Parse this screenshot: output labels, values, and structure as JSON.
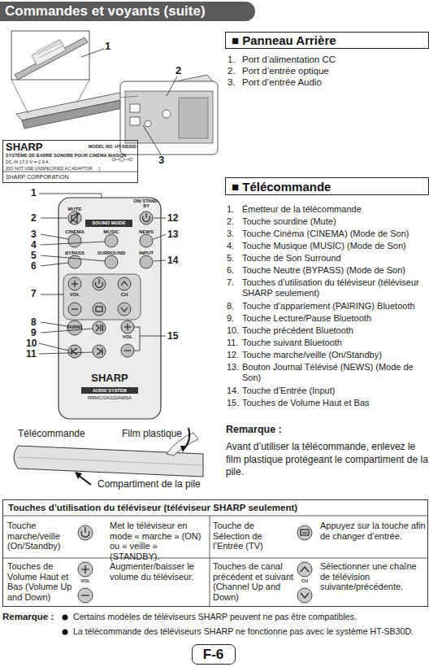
{
  "diagram": {
    "title": "Commandes et voyants (suite)",
    "nodes": [
      {
        "text": [
          "■ Panneau Arrière"
        ]
      },
      {
        "text": [
          "SHARP",
          "MODEL NO. HT-SB30D",
          "SYSTÈME DE BARRE SONORE POUR CINÉMA MAISON",
          "DC IN 17,0 V ═ 2,9 A",
          "[DO NOT USE UNSPECIFIED AC ADAPTOR · · ]",
          "SHARP CORPORATION"
        ]
      },
      {
        "text": [
          "■ Télécommande"
        ]
      },
      {
        "text": [
          "Touches d’utilisation du téléviseur (téléviseur SHARP seulement)"
        ]
      },
      {
        "text": [
          "F-6"
        ]
      }
    ],
    "labels": [
      "1",
      "2",
      "3",
      "1.",
      "Port d’alimentation CC",
      "2.",
      "Port d’entrée optique",
      "3.",
      "Port d’entrée Audio",
      "1.",
      "Émetteur de la télécommande",
      "2.",
      "Touche sourdine (Mute)",
      "3.",
      "Touche Cinéma (CINEMA) (Mode de Son)",
      "4.",
      "Touche Musique (MUSIC) (Mode de Son)",
      "5.",
      "Touche de Son Surround",
      "6.",
      "Touche Neutre (BYPASS) (Mode de Son)",
      "7.",
      "Touches d’utilisation du téléviseur (téléviseur SHARP seulement)",
      "8.",
      "Touche d’appariement (PAIRING) Bluetooth",
      "9.",
      "Touche Lecture/Pause Bluetooth",
      "10.",
      "Touche précédent Bluetooth",
      "11.",
      "Touche suivant Bluetooth",
      "12.",
      "Touche marche/veille (On/Standby)",
      "13.",
      "Bouton Journal Télévisé (NEWS) (Mode de Son)",
      "14.",
      "Touche d’Entrée (Input)",
      "15.",
      "Touches de Volume Haut et Bas",
      "1",
      "2",
      "3",
      "4",
      "5",
      "6",
      "7",
      "8",
      "9",
      "10",
      "11",
      "12",
      "13",
      "14",
      "15",
      "MUTE",
      "ON/ STAND-BY",
      "SOUND MODE",
      "CINEMA",
      "MUSIC",
      "NEWS",
      "BYPASS",
      "SURROUND",
      "INPUT",
      "VOL",
      "CH",
      "PAIRING",
      "VOL",
      "SHARP",
      "AUDIO SYSTEM",
      "RRMCGA322AWSA",
      "Télécommande",
      "Film plastique",
      "Compartiment de la pile",
      "Remarque :",
      "Avant d’utiliser la télécommande, enlevez le film plastique protégeant le compartiment de la pile.",
      "Touche marche/veille (On/Standby)",
      "Met le téléviseur en mode « marche » (ON) ou « veille » (STANDBY).",
      "Touche de Sélection de l’Entrée (TV)",
      "Appuyez sur la touche afin de changer d’entrée.",
      "Touches de Volume Haut et Bas (Volume Up and Down)",
      "VOL",
      "Augmenter/baisser le volume du téléviseur.",
      "Touches de canal précédent et suivant (Channel Up and Down)",
      "CH",
      "Sélectionner une chaîne de télévision suivante/précédente.",
      "Remarque :",
      "Certains modèles de téléviseurs SHARP peuvent ne pas être compatibles.",
      "La télécommande des téléviseurs SHARP ne fonctionne pas avec le système HT-SB30D."
    ]
  }
}
